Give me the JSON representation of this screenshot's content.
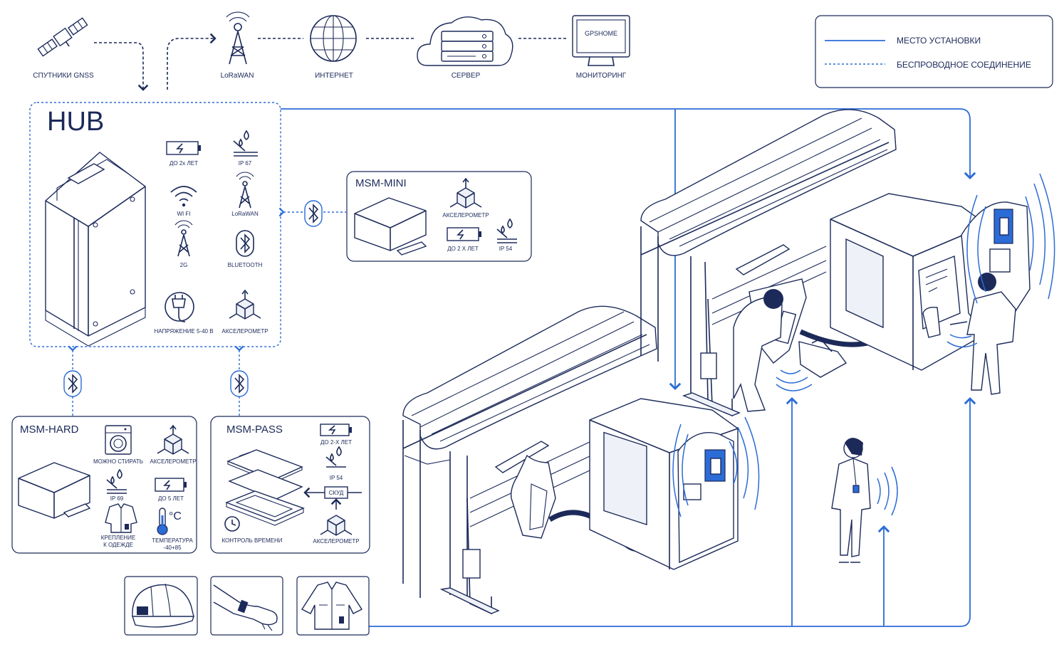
{
  "legend": {
    "installation_place": "МЕСТО УСТАНОВКИ",
    "wireless_connection": "БЕСПРОВОДНОЕ СОЕДИНЕНИЕ"
  },
  "top_chain": {
    "gnss": "СПУТНИКИ GNSS",
    "lorawan": "LoRaWAN",
    "internet": "ИНТЕРНЕТ",
    "server": "СЕРВЕР",
    "monitoring": "МОНИТОРИНГ",
    "monitor_screen": "GPSHOME"
  },
  "hub": {
    "title": "HUB",
    "features": {
      "battery": "ДО 2х ЛЕТ",
      "ip": "IP 67",
      "wifi": "WI FI",
      "lorawan": "LoRaWAN",
      "gsm": "2G",
      "bluetooth": "BLUETOOTH",
      "voltage": "НАПРЯЖЕНИЕ 5-40 В",
      "accel": "АКСЕЛЕРОМЕТР"
    }
  },
  "msm_mini": {
    "title": "MSM-MINI",
    "features": {
      "accel": "АКСЕЛЕРОМЕТР",
      "battery": "ДО 2 Х ЛЕТ",
      "ip": "IP 54"
    }
  },
  "msm_hard": {
    "title": "MSM-HARD",
    "features": {
      "washable": "МОЖНО СТИРАТЬ",
      "accel": "АКСЕЛЕРОМЕТР",
      "ip": "IP 69",
      "battery": "ДО 5 ЛЕТ",
      "mount_line1": "КРЕПЛЕНИЕ",
      "mount_line2": "К ОДЕЖДЕ",
      "temp_line1": "ТЕМПЕРАТУРА",
      "temp_line2": "-40+85",
      "temp_symbol": "°C"
    }
  },
  "msm_pass": {
    "title": "MSM-PASS",
    "features": {
      "battery": "ДО 2-Х ЛЕТ",
      "ip": "IP 54",
      "skud": "СКУД",
      "time_control": "КОНТРОЛЬ ВРЕМЕНИ",
      "accel": "АКСЕЛЕРОМЕТР"
    }
  },
  "colors": {
    "ink": "#1c2a5a",
    "accent": "#2b6cd6"
  },
  "icons": [
    "satellite-icon",
    "lorawan-tower-icon",
    "globe-icon",
    "cloud-server-icon",
    "monitor-icon",
    "battery-icon",
    "ip-drop-icon",
    "wifi-icon",
    "tower-icon",
    "bluetooth-icon",
    "plug-icon",
    "cube-accel-icon",
    "washing-machine-icon",
    "jacket-icon",
    "thermometer-icon",
    "clock-icon",
    "helmet-icon",
    "wrist-icon"
  ]
}
